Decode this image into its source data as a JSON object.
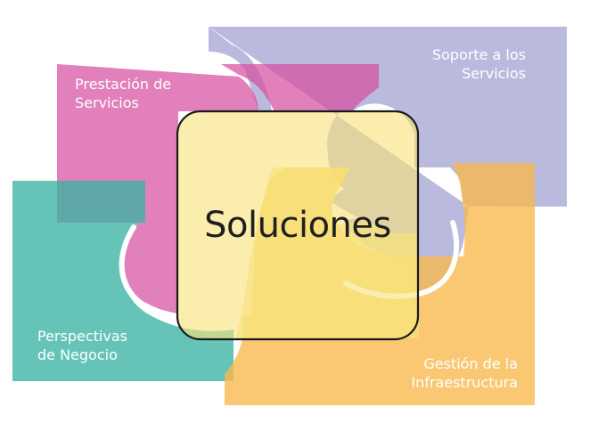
{
  "center": {
    "title": "Soluciones"
  },
  "areas": {
    "prestacion": {
      "line1": "Prestación de",
      "line2": "Servicios"
    },
    "soporte": {
      "line1": "Soporte a los",
      "line2": "Servicios"
    },
    "perspectivas": {
      "line1": "Perspectivas",
      "line2": "de Negocio"
    },
    "gestion": {
      "line1": "Gestión de la",
      "line2": "Infraestructura"
    }
  },
  "colors": {
    "prestacion": "#d64fa0",
    "soporte": "#a7a7d6",
    "perspectivas": "#3ab3a3",
    "gestion": "#f9b84c",
    "center": "#f8e27a",
    "center_border": "#1a1a1a",
    "text": "#ffffff"
  }
}
